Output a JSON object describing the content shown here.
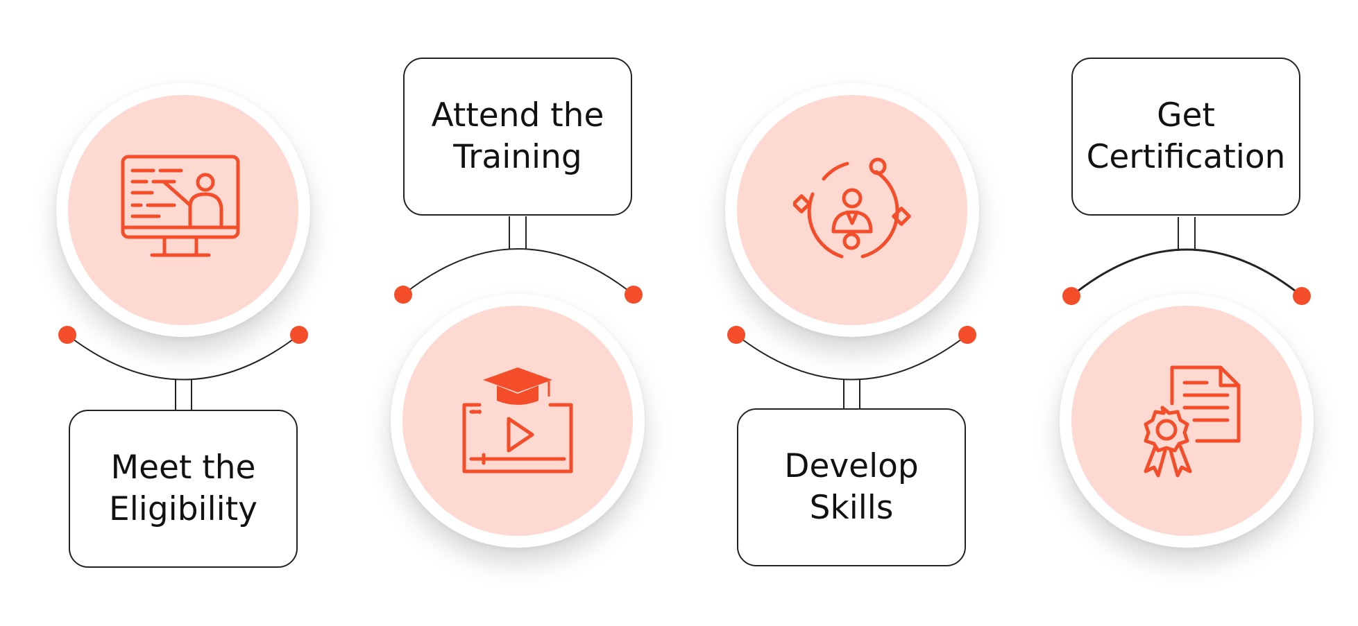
{
  "colors": {
    "accent": "#f44d2a",
    "circle_fill": "#fdd9d2",
    "box_border": "#222222",
    "text": "#111111"
  },
  "steps": [
    {
      "label": "Meet the\nEligibility",
      "icon": "monitor-teacher-icon"
    },
    {
      "label": "Attend the\nTraining",
      "icon": "graduation-video-icon"
    },
    {
      "label": "Develop\nSkills",
      "icon": "skill-development-icon"
    },
    {
      "label": "Get\nCertification",
      "icon": "certificate-icon"
    }
  ]
}
